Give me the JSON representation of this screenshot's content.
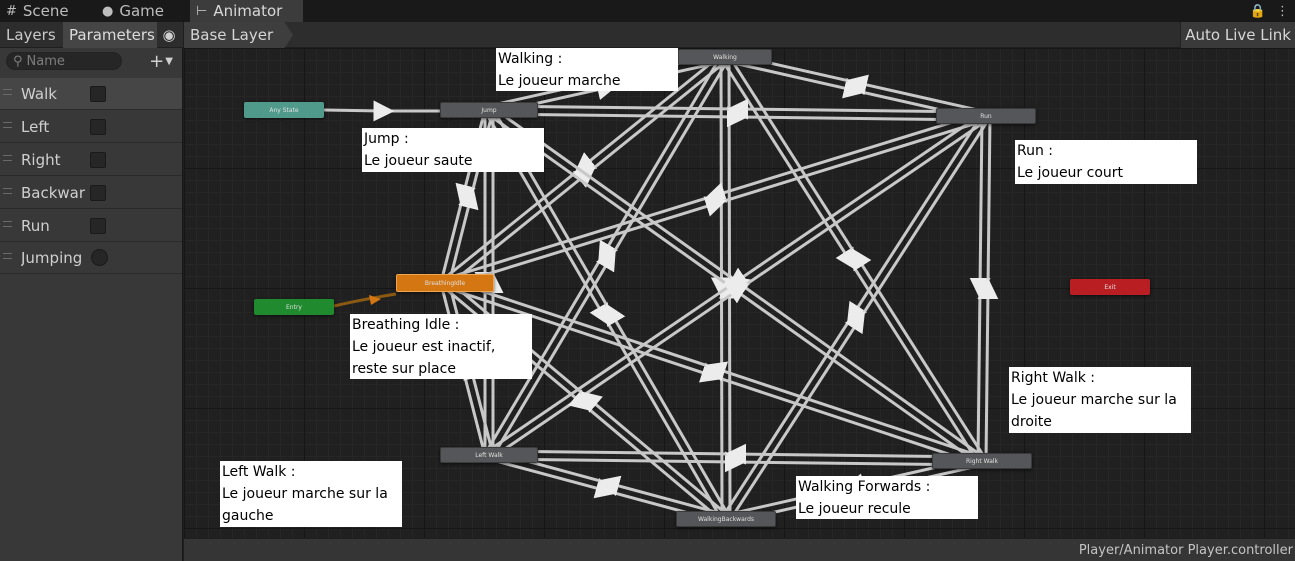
{
  "tabs": [
    {
      "label": "Scene",
      "icon": "grid-icon"
    },
    {
      "label": "Game",
      "icon": "gamepad-icon"
    },
    {
      "label": "Animator",
      "icon": "animator-icon"
    }
  ],
  "left_panel": {
    "tabs": [
      "Layers",
      "Parameters"
    ],
    "search_placeholder": "Name",
    "parameters": [
      {
        "name": "Walk",
        "type": "bool"
      },
      {
        "name": "Left",
        "type": "bool"
      },
      {
        "name": "Right",
        "type": "bool"
      },
      {
        "name": "Backwar",
        "type": "bool"
      },
      {
        "name": "Run",
        "type": "bool"
      },
      {
        "name": "Jumping",
        "type": "trigger"
      }
    ]
  },
  "graph_header": {
    "breadcrumb": "Base Layer",
    "auto_live_link": "Auto Live Link"
  },
  "graph": {
    "nodes": [
      {
        "id": "walking",
        "label": "Walking"
      },
      {
        "id": "any",
        "label": "Any State"
      },
      {
        "id": "jump",
        "label": "Jump"
      },
      {
        "id": "run",
        "label": "Run"
      },
      {
        "id": "idle",
        "label": "BreathingIdle"
      },
      {
        "id": "entry",
        "label": "Entry"
      },
      {
        "id": "exit",
        "label": "Exit"
      },
      {
        "id": "leftwalk",
        "label": "Left Walk"
      },
      {
        "id": "rightwalk",
        "label": "Right Walk"
      },
      {
        "id": "back",
        "label": "WalkingBackwards"
      }
    ],
    "notes": [
      {
        "id": "walking",
        "text": "Walking :\nLe joueur marche"
      },
      {
        "id": "jump",
        "text": "Jump :\nLe joueur saute"
      },
      {
        "id": "run",
        "text": "Run :\nLe joueur court"
      },
      {
        "id": "idle",
        "text": "Breathing Idle :\nLe joueur est inactif,\nreste sur place"
      },
      {
        "id": "rightwalk",
        "text": "Right Walk :\nLe joueur marche sur la\ndroite"
      },
      {
        "id": "leftwalk",
        "text": "Left Walk :\nLe joueur marche sur la\ngauche"
      },
      {
        "id": "back",
        "text": "Walking Forwards :\nLe joueur recule"
      }
    ],
    "colors": {
      "default_state": "#d47712",
      "entry": "#1f8b2e",
      "exit": "#b81e22",
      "any_state": "#4f9a8b",
      "state": "#555659",
      "transition": "#c8c8c8"
    }
  },
  "status_bar": {
    "path": "Player/Animator Player.controller"
  }
}
